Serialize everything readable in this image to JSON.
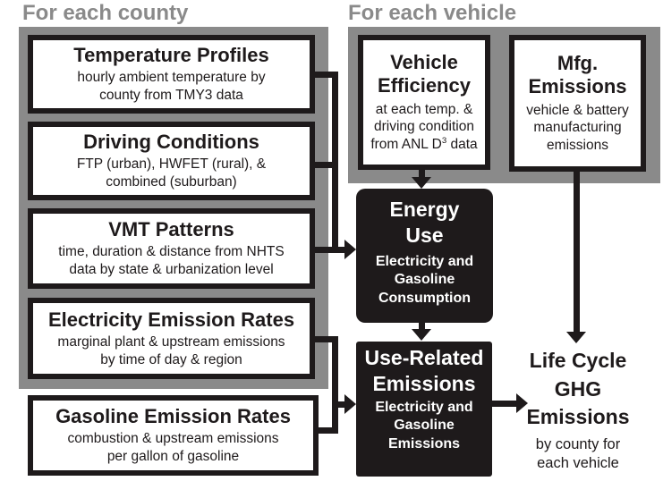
{
  "headers": {
    "county": "For each county",
    "vehicle": "For each vehicle"
  },
  "county_boxes": [
    {
      "title": "Temperature Profiles",
      "desc": "hourly ambient temperature by county from TMY3 data"
    },
    {
      "title": "Driving Conditions",
      "desc": "FTP (urban), HWFET (rural), & combined (suburban)"
    },
    {
      "title": "VMT Patterns",
      "desc": "time, duration & distance from NHTS data by state & urbanization level"
    },
    {
      "title": "Electricity Emission Rates",
      "desc": "marginal plant & upstream emissions by time of day & region"
    }
  ],
  "gasoline_box": {
    "title": "Gasoline Emission Rates",
    "desc": "combustion & upstream emissions per gallon of gasoline"
  },
  "vehicle_boxes": [
    {
      "title": "Vehicle Efficiency",
      "desc_pre": "at each temp. & driving condition from ANL D",
      "desc_sup": "3",
      "desc_post": " data"
    },
    {
      "title": "Mfg. Emissions",
      "desc": "vehicle & battery manufacturing emissions"
    }
  ],
  "process_boxes": [
    {
      "title": "Energy Use",
      "subtitle": "Electricity and Gasoline Consumption"
    },
    {
      "title": "Use-Related Emissions",
      "subtitle": "Electricity and Gasoline Emissions"
    }
  ],
  "output_label": {
    "title": "Life Cycle GHG Emissions",
    "subtitle": "by county for each vehicle"
  },
  "colors": {
    "panel_gray": "#8a8a8a",
    "ink_black": "#1e1a1b",
    "box_white": "#ffffff",
    "header_text_gray": "#8a8a8a",
    "process_text_white": "#ffffff"
  }
}
